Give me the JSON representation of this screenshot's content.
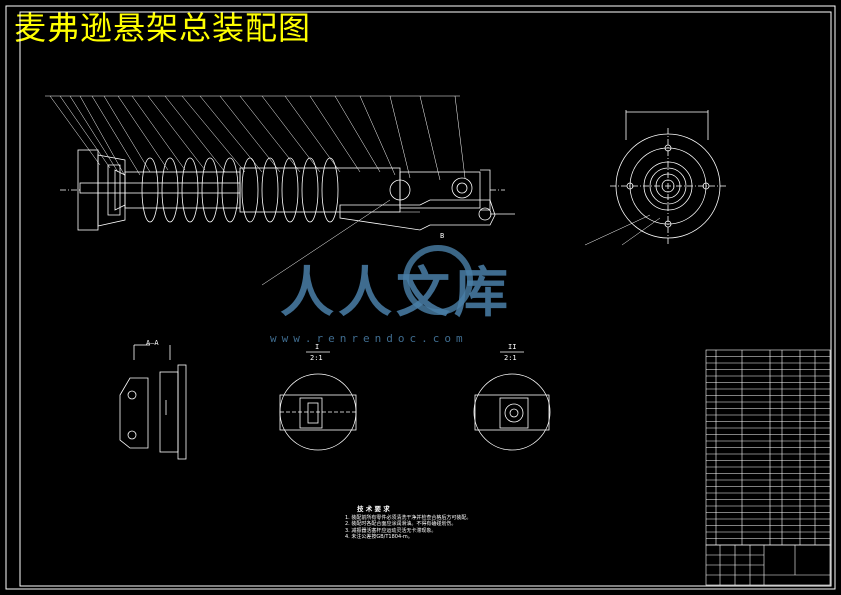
{
  "title": "麦弗逊悬架总装配图",
  "watermark": {
    "brand": "人人文库",
    "url": "www.renrendoc.com"
  },
  "views": {
    "section_a": "A—A",
    "detail_1_num": "I",
    "detail_1_scale": "2:1",
    "detail_2_num": "II",
    "detail_2_scale": "2:1",
    "callout_b": "B"
  },
  "notes": {
    "heading": "技 术 要 求",
    "lines": [
      "1. 装配前所有零件必须清洗干净并检查合格后方可装配。",
      "2. 装配时各配合面应涂润滑油。不得有磕碰划伤。",
      "3. 减振器活塞杆应运动灵活无卡滞现象。",
      "4. 未注公差按GB/T1804-m。"
    ]
  },
  "colors": {
    "background": "#000000",
    "line": "#ffffff",
    "title": "#ffff00",
    "watermark": "#4a7fa8"
  }
}
